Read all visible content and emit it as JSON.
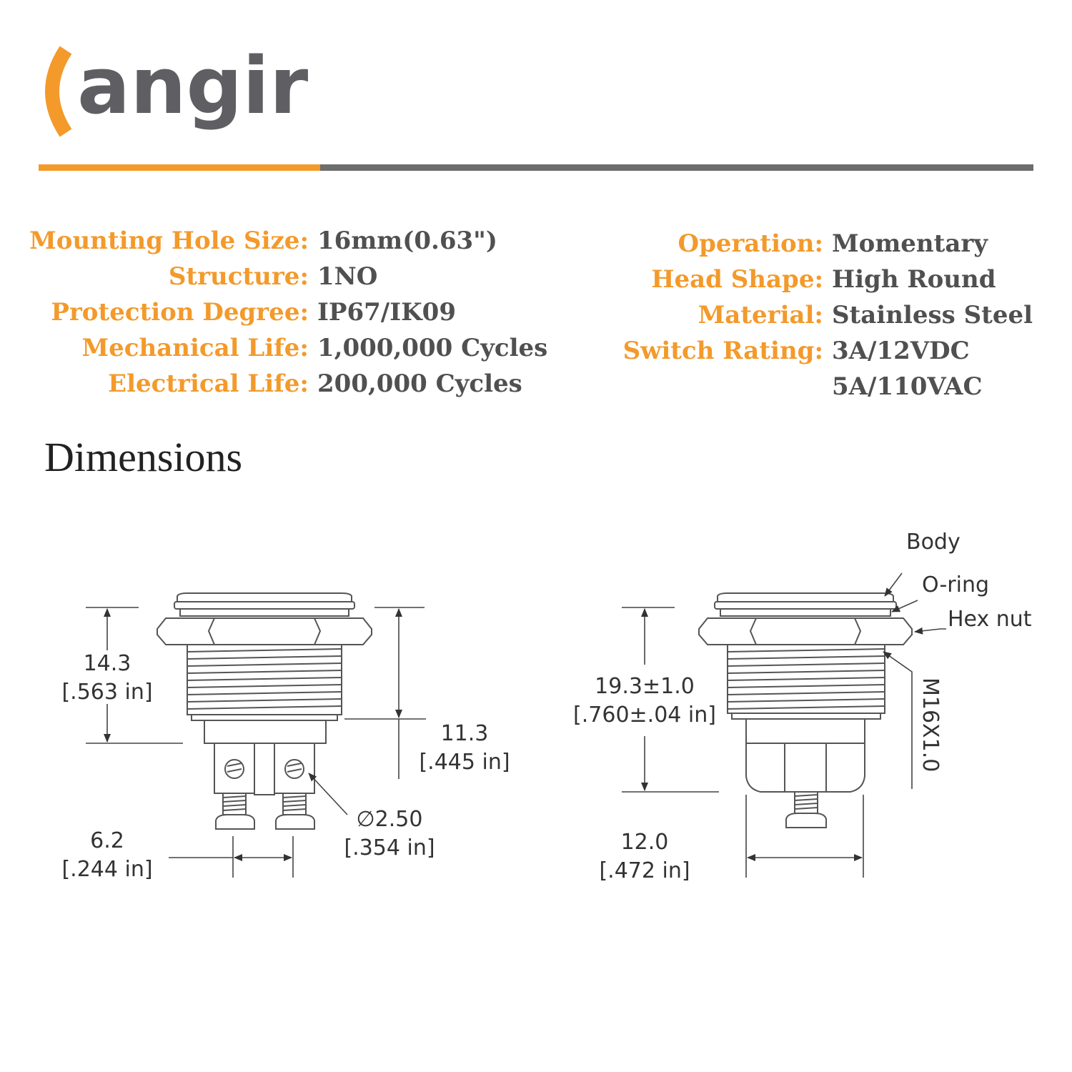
{
  "brand": {
    "name": "angir",
    "accent": "#F39A2B",
    "text_color": "#5f5f63"
  },
  "specs_left": [
    {
      "label": "Mounting Hole Size:",
      "value": "16mm(0.63\")"
    },
    {
      "label": "Structure:",
      "value": "1NO"
    },
    {
      "label": "Protection Degree:",
      "value": "IP67/IK09"
    },
    {
      "label": "Mechanical Life:",
      "value": "1,000,000 Cycles"
    },
    {
      "label": "Electrical Life:",
      "value": "200,000 Cycles"
    }
  ],
  "specs_right": [
    {
      "label": "Operation:",
      "value": "Momentary"
    },
    {
      "label": "Head Shape:",
      "value": "High Round"
    },
    {
      "label": "Material:",
      "value": "Stainless Steel"
    },
    {
      "label": "Switch Rating:",
      "value": "3A/12VDC"
    },
    {
      "label": "",
      "value": "5A/110VAC"
    }
  ],
  "dimensions_title": "Dimensions",
  "left_view": {
    "height_dim": {
      "mm": "14.3",
      "in": "[.563 in]"
    },
    "thread_dim": {
      "mm": "11.3",
      "in": "[.445 in]"
    },
    "terminal_hole": {
      "mm": "∅2.50",
      "in": "[.354 in]"
    },
    "pitch_dim": {
      "mm": "6.2",
      "in": "[.244 in]"
    }
  },
  "right_view": {
    "height_dim": {
      "mm": "19.3±1.0",
      "in": "[.760±.04 in]"
    },
    "width_dim": {
      "mm": "12.0",
      "in": "[.472 in]"
    },
    "thread_spec": "M16X1.0",
    "callouts": {
      "body": "Body",
      "oring": "O-ring",
      "hexnut": "Hex nut"
    }
  }
}
